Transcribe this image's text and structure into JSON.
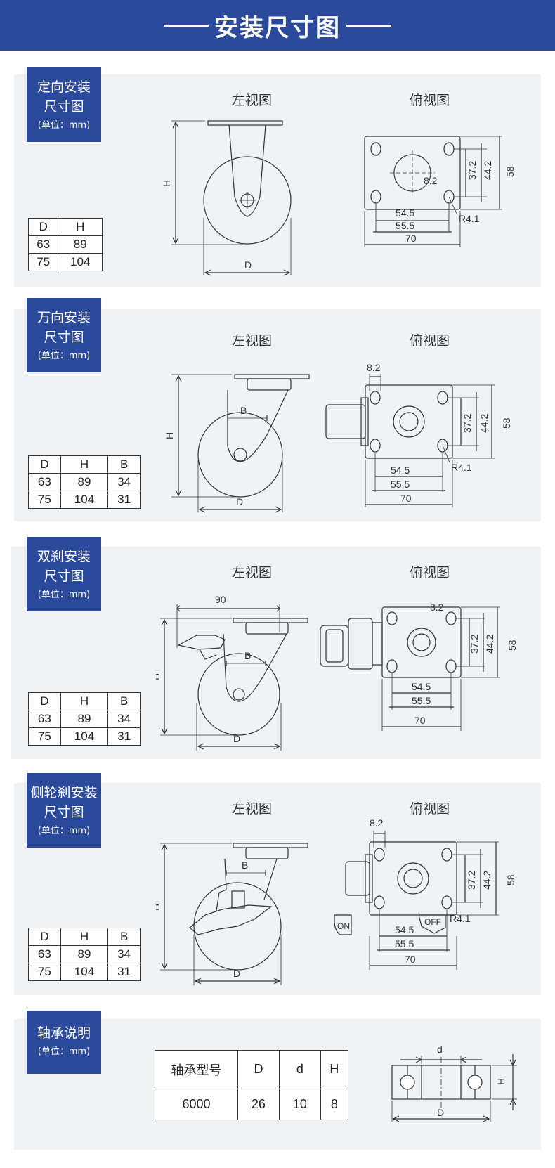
{
  "header": {
    "title": "安装尺寸图"
  },
  "sections": [
    {
      "label_line1": "定向安装",
      "label_line2": "尺寸图",
      "unit": "(单位：mm)",
      "left_view": "左视图",
      "top_view": "俯视图",
      "table": {
        "headers": [
          "D",
          "H"
        ],
        "rows": [
          [
            "63",
            "89"
          ],
          [
            "75",
            "104"
          ]
        ]
      }
    },
    {
      "label_line1": "万向安装",
      "label_line2": "尺寸图",
      "unit": "(单位：mm)",
      "left_view": "左视图",
      "top_view": "俯视图",
      "table": {
        "headers": [
          "D",
          "H",
          "B"
        ],
        "rows": [
          [
            "63",
            "89",
            "34"
          ],
          [
            "75",
            "104",
            "31"
          ]
        ]
      }
    },
    {
      "label_line1": "双刹安装",
      "label_line2": "尺寸图",
      "unit": "(单位：mm)",
      "left_view": "左视图",
      "top_view": "俯视图",
      "table": {
        "headers": [
          "D",
          "H",
          "B"
        ],
        "rows": [
          [
            "63",
            "89",
            "34"
          ],
          [
            "75",
            "104",
            "31"
          ]
        ]
      }
    },
    {
      "label_line1": "侧轮刹安装",
      "label_line2": "尺寸图",
      "unit": "(单位：mm)",
      "left_view": "左视图",
      "top_view": "俯视图",
      "table": {
        "headers": [
          "D",
          "H",
          "B"
        ],
        "rows": [
          [
            "63",
            "89",
            "34"
          ],
          [
            "75",
            "104",
            "31"
          ]
        ]
      }
    }
  ],
  "dims": {
    "D": "D",
    "H": "H",
    "B": "B",
    "d": "d",
    "w_545": "54.5",
    "w_555": "55.5",
    "w_70": "70",
    "h_372": "37.2",
    "h_442": "44.2",
    "h_58": "58",
    "hole": "8.2",
    "radius": "R4.1",
    "width_90": "90",
    "on": "ON",
    "off": "OFF"
  },
  "bearing": {
    "label": "轴承说明",
    "unit": "(单位：mm)",
    "headers": [
      "轴承型号",
      "D",
      "d",
      "H"
    ],
    "row": [
      "6000",
      "26",
      "10",
      "8"
    ]
  }
}
